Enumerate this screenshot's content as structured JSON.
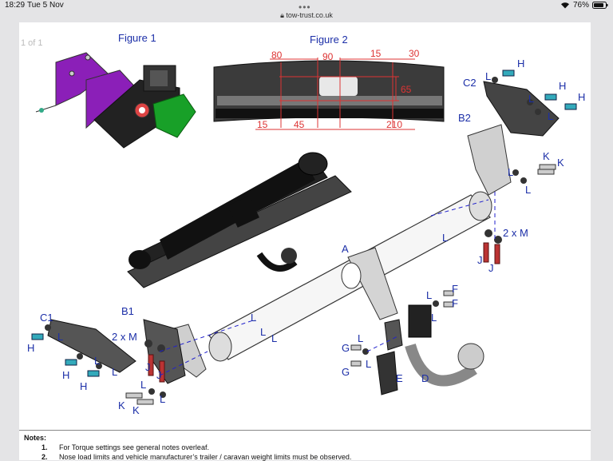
{
  "status_bar": {
    "time": "18:29",
    "date": "Tue 5 Nov",
    "battery": "76%"
  },
  "browser": {
    "url": "tow-trust.co.uk"
  },
  "document": {
    "page_count": "1 of 1",
    "figure1_label": "Figure 1",
    "figure2_label": "Figure 2",
    "figure2_dims": {
      "d80": "80",
      "d90": "90",
      "d15a": "15",
      "d30": "30",
      "d65": "65",
      "d15b": "15",
      "d45": "45",
      "d210": "210"
    },
    "part_labels": {
      "A": "A",
      "B1": "B1",
      "B2": "B2",
      "C1": "C1",
      "C2": "C2",
      "D": "D",
      "E": "E",
      "F": "F",
      "G": "G",
      "H": "H",
      "J": "J",
      "K": "K",
      "L": "L",
      "M2": "2 x M"
    },
    "notes": {
      "title": "Notes:",
      "item1_num": "1.",
      "item1_text": "For Torque settings see general notes overleaf.",
      "item2_num": "2.",
      "item2_text": "Nose load limits and vehicle manufacturer’s trailer / caravan weight limits must be observed."
    }
  }
}
